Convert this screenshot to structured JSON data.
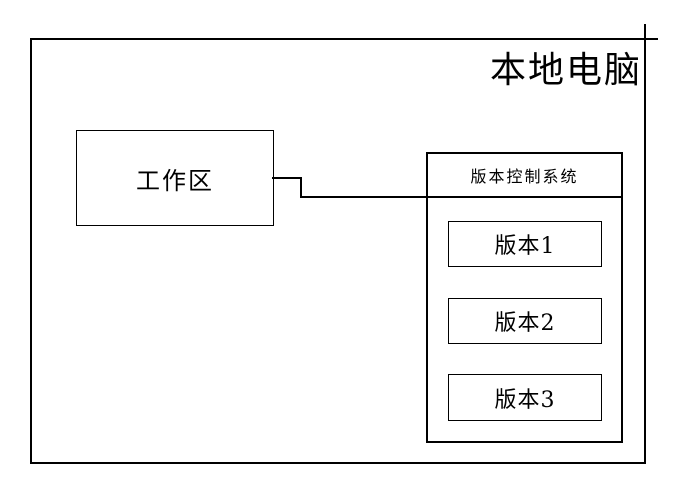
{
  "diagram": {
    "title": "本地电脑",
    "workspace": {
      "label": "工作区"
    },
    "vcs": {
      "title": "版本控制系统",
      "versions": [
        {
          "label": "版本1"
        },
        {
          "label": "版本2"
        },
        {
          "label": "版本3"
        }
      ]
    }
  },
  "colors": {
    "line": "#000000",
    "background": "#ffffff",
    "text": "#000000"
  }
}
